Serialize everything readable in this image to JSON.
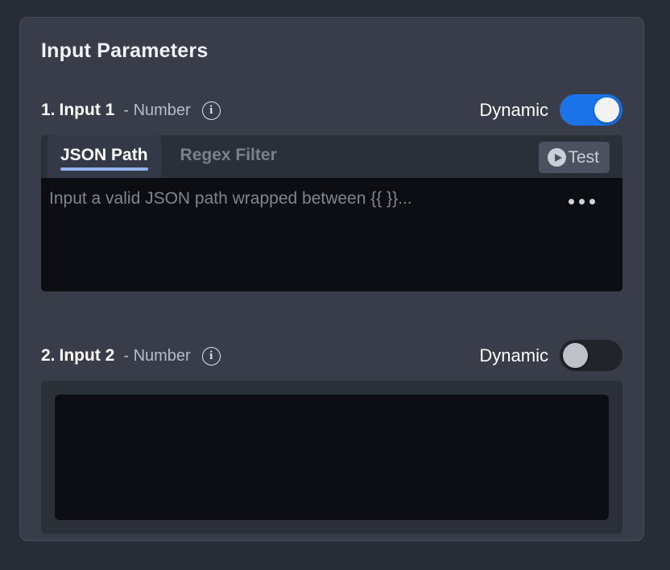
{
  "card": {
    "title": "Input Parameters"
  },
  "colors": {
    "page_background": "#282c36",
    "card_background": "#383d49",
    "panel_background": "#2b3038",
    "code_background": "#0c0e13",
    "toggle_on": "#1a73e8",
    "toggle_off": "#22242b",
    "tab_underline": "#8fb4ec",
    "test_button": "#4b515f"
  },
  "params": [
    {
      "index": "1.",
      "name": "Input 1",
      "type_separator": "-",
      "type": "Number",
      "info_icon": "info-icon",
      "info_glyph": "i",
      "dynamic_label": "Dynamic",
      "dynamic_enabled": true,
      "tabs": [
        {
          "label": "JSON Path",
          "active": true
        },
        {
          "label": "Regex Filter",
          "active": false
        }
      ],
      "test_button": {
        "label": "Test",
        "icon": "play-circle-icon"
      },
      "editor": {
        "value": "",
        "placeholder": "Input a valid JSON path wrapped between {{ }}...",
        "overflow_menu_icon": "ellipsis-horizontal-icon"
      }
    },
    {
      "index": "2.",
      "name": "Input 2",
      "type_separator": "-",
      "type": "Number",
      "info_icon": "info-icon",
      "info_glyph": "i",
      "dynamic_label": "Dynamic",
      "dynamic_enabled": false,
      "editor": {
        "value": "",
        "placeholder": ""
      }
    }
  ]
}
